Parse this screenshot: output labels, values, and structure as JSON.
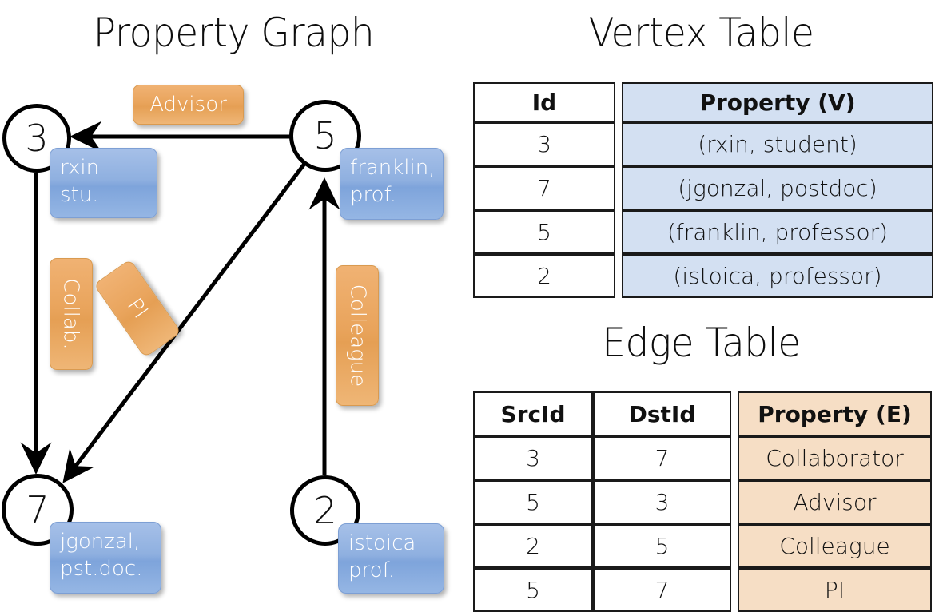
{
  "titles": {
    "property_graph": "Property Graph",
    "vertex_table": "Vertex Table",
    "edge_table": "Edge Table"
  },
  "graph": {
    "nodes": [
      {
        "id": "3",
        "property_lines": [
          "rxin",
          "stu."
        ]
      },
      {
        "id": "5",
        "property_lines": [
          "franklin,",
          "prof."
        ]
      },
      {
        "id": "7",
        "property_lines": [
          "jgonzal,",
          "pst.doc."
        ]
      },
      {
        "id": "2",
        "property_lines": [
          "istoica",
          "prof."
        ]
      }
    ],
    "edge_labels": [
      {
        "name": "advisor",
        "text": "Advisor"
      },
      {
        "name": "collaborator",
        "text": "Collab."
      },
      {
        "name": "pi",
        "text": "PI"
      },
      {
        "name": "colleague",
        "text": "Colleague"
      }
    ],
    "edges": [
      {
        "from": "5",
        "to": "3",
        "label": "Advisor"
      },
      {
        "from": "3",
        "to": "7",
        "label": "Collab."
      },
      {
        "from": "5",
        "to": "7",
        "label": "PI"
      },
      {
        "from": "2",
        "to": "5",
        "label": "Colleague"
      }
    ]
  },
  "vertex_table": {
    "headers": [
      "Id",
      "Property (V)"
    ],
    "rows": [
      {
        "id": "3",
        "property": "(rxin, student)"
      },
      {
        "id": "7",
        "property": "(jgonzal, postdoc)"
      },
      {
        "id": "5",
        "property": "(franklin, professor)"
      },
      {
        "id": "2",
        "property": "(istoica, professor)"
      }
    ]
  },
  "edge_table": {
    "headers": [
      "SrcId",
      "DstId",
      "Property (E)"
    ],
    "rows": [
      {
        "src": "3",
        "dst": "7",
        "property": "Collaborator"
      },
      {
        "src": "5",
        "dst": "3",
        "property": "Advisor"
      },
      {
        "src": "2",
        "dst": "5",
        "property": "Colleague"
      },
      {
        "src": "5",
        "dst": "7",
        "property": "PI"
      }
    ]
  },
  "colors": {
    "vertex_property_fill": "#d3e0f2",
    "edge_property_fill": "#f6dec5",
    "node_property_box": "#8fb0e0",
    "edge_label_box": "#e9a45c",
    "background": "#ffffff",
    "stroke": "#000000"
  }
}
